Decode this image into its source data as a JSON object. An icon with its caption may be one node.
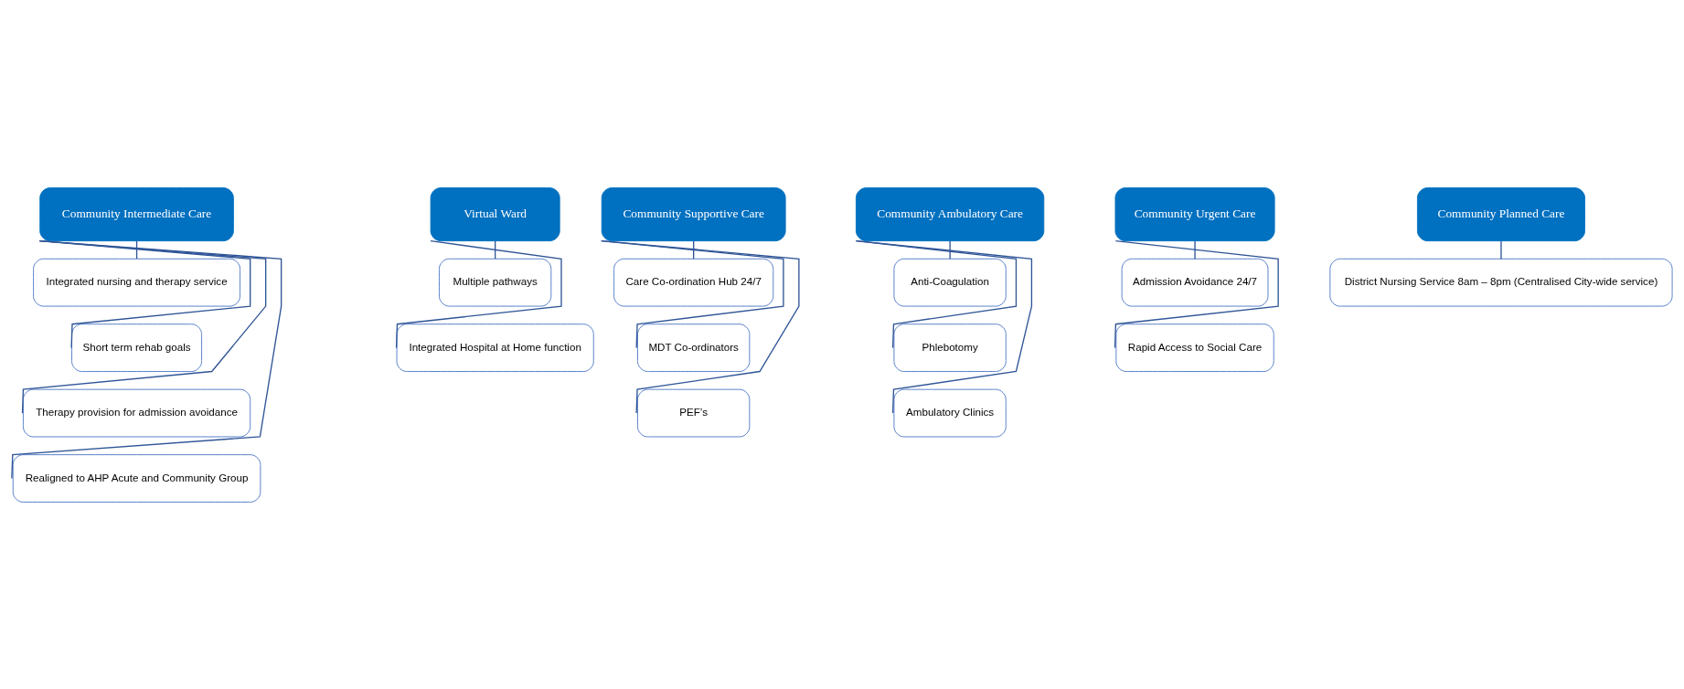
{
  "diagram": {
    "nodes": [
      {
        "text": [
          "Community Intermediate Care"
        ]
      },
      {
        "text": [
          "Integrated nursing and therapy service"
        ]
      },
      {
        "text": [
          "Short term rehab goals"
        ]
      },
      {
        "text": [
          "Therapy provision for admission avoidance"
        ]
      },
      {
        "text": [
          "Realigned to AHP Acute and Community Group"
        ]
      },
      {
        "text": [
          "Virtual Ward"
        ]
      },
      {
        "text": [
          "Multiple pathways"
        ]
      },
      {
        "text": [
          "Integrated Hospital at Home function"
        ]
      },
      {
        "text": [
          "Community Supportive Care"
        ]
      },
      {
        "text": [
          "Care Co-ordination Hub 24/7"
        ]
      },
      {
        "text": [
          "MDT Co-ordinators"
        ]
      },
      {
        "text": [
          "PEF’s"
        ]
      },
      {
        "text": [
          "Community Ambulatory Care"
        ]
      },
      {
        "text": [
          "Anti-Coagulation"
        ]
      },
      {
        "text": [
          "Phlebotomy"
        ]
      },
      {
        "text": [
          "Ambulatory Clinics"
        ]
      },
      {
        "text": [
          "Community Urgent Care"
        ]
      },
      {
        "text": [
          "Admission Avoidance 24/7"
        ]
      },
      {
        "text": [
          "Rapid Access to Social Care"
        ]
      },
      {
        "text": [
          "Community Planned Care"
        ]
      },
      {
        "text": [
          "District Nursing Service 8am – 8pm (Centralised City-wide service)"
        ]
      }
    ],
    "edges": [
      {
        "from": 0,
        "to": 1,
        "arrow": "none"
      },
      {
        "from": 0,
        "to": 2,
        "arrow": "none"
      },
      {
        "from": 0,
        "to": 3,
        "arrow": "none"
      },
      {
        "from": 0,
        "to": 4,
        "arrow": "none"
      },
      {
        "from": 5,
        "to": 6,
        "arrow": "none"
      },
      {
        "from": 5,
        "to": 7,
        "arrow": "none"
      },
      {
        "from": 8,
        "to": 9,
        "arrow": "none"
      },
      {
        "from": 8,
        "to": 10,
        "arrow": "none"
      },
      {
        "from": 8,
        "to": 11,
        "arrow": "none"
      },
      {
        "from": 12,
        "to": 13,
        "arrow": "none"
      },
      {
        "from": 12,
        "to": 14,
        "arrow": "none"
      },
      {
        "from": 12,
        "to": 15,
        "arrow": "none"
      },
      {
        "from": 16,
        "to": 17,
        "arrow": "none"
      },
      {
        "from": 16,
        "to": 18,
        "arrow": "none"
      },
      {
        "from": 19,
        "to": 20,
        "arrow": "none"
      }
    ]
  }
}
